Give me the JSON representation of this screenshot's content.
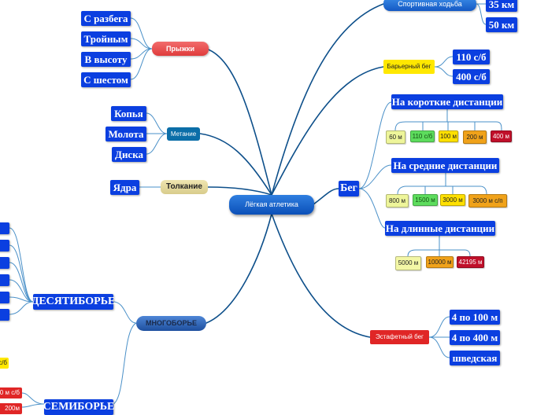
{
  "center": {
    "label": "Лёгкая атлетика"
  },
  "jumps": {
    "label": "Прыжки",
    "items": [
      "С разбега",
      "Тройным",
      "В высоту",
      "С шестом"
    ]
  },
  "throwing": {
    "label": "Метание",
    "items": [
      "Копья",
      "Молота",
      "Диска"
    ]
  },
  "shotput": {
    "label": "Толкание",
    "item": "Ядра"
  },
  "multievent": {
    "label": "МНОГОБОРЬЕ",
    "decathlon": "ДЕСЯТИБОРЬЕ",
    "heptathlon": "СЕМИБОРЬЕ",
    "partial": [
      "с/б",
      "0 м с/б",
      "200м"
    ]
  },
  "racewalk": {
    "label": "Спортивная ходьба",
    "items": [
      "35 км",
      "50 км"
    ]
  },
  "hurdles": {
    "label": "Барьерный бег",
    "items": [
      "110 с/б",
      "400 с/б"
    ]
  },
  "running": {
    "label": "Бег",
    "short": {
      "label": "На короткие дистанции",
      "items": [
        "60 м",
        "110 с/б",
        "100 м",
        "200 м",
        "400 м"
      ]
    },
    "middle": {
      "label": "На средние дистанции",
      "items": [
        "800 м",
        "1500 м",
        "3000 м",
        "3000 м с/п"
      ]
    },
    "long": {
      "label": "На длинные дистанции",
      "items": [
        "5000 м",
        "10000 м",
        "42195 м"
      ]
    }
  },
  "relay": {
    "label": "Эстафетный бег",
    "items": [
      "4 по 100 м",
      "4 по 400 м",
      "шведская"
    ]
  }
}
